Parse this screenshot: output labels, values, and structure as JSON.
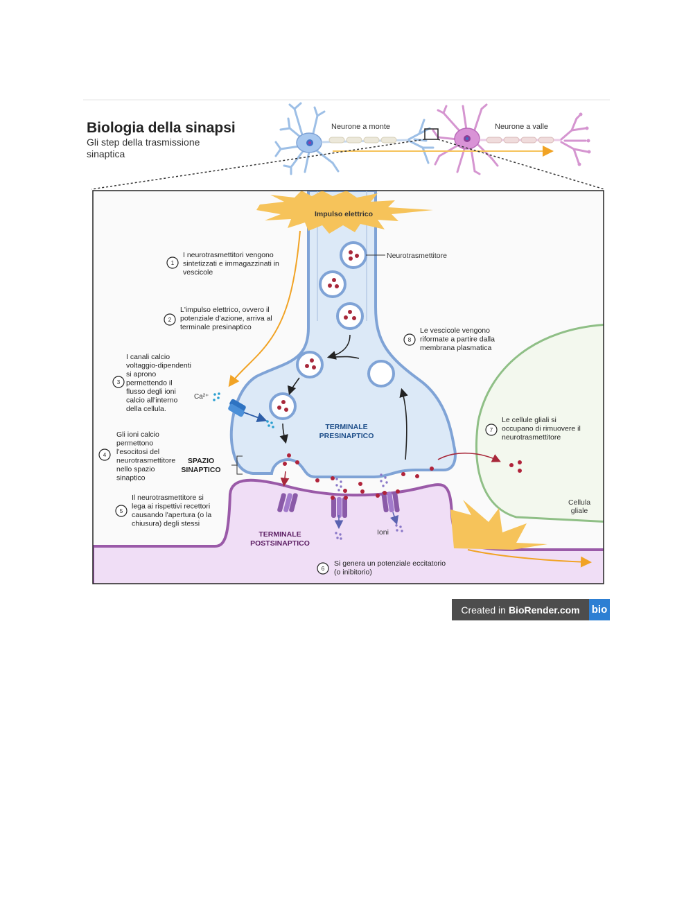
{
  "header": {
    "title": "Biologia della sinapsi",
    "subtitle_line1": "Gli step della trasmissione",
    "subtitle_line2": "sinaptica",
    "neuron_up": "Neurone a monte",
    "neuron_down": "Neurone a valle"
  },
  "labels": {
    "impulse": "Impulso elettrico",
    "neurotransmitter": "Neurotrasmettitore",
    "ca": "Ca²⁺",
    "presyn_1": "TERMINALE",
    "presyn_2": "PRESINAPTICO",
    "space_1": "SPAZIO",
    "space_2": "SINAPTICO",
    "postsyn_1": "TERMINALE",
    "postsyn_2": "POSTSINAPTICO",
    "ions": "Ioni",
    "glia_1": "Cellula",
    "glia_2": "gliale"
  },
  "steps": [
    {
      "num": "1",
      "lines": [
        "I neurotrasmettitori vengono",
        "sintetizzati e immagazzinati in",
        "vescicole"
      ]
    },
    {
      "num": "2",
      "lines": [
        "L'impulso elettrico, ovvero il",
        "potenziale d'azione, arriva al",
        "terminale presinaptico"
      ]
    },
    {
      "num": "3",
      "lines": [
        "I canali calcio",
        "voltaggio-dipendenti",
        "si aprono",
        "permettendo il",
        "flusso degli ioni",
        "calcio all'interno",
        "della cellula."
      ]
    },
    {
      "num": "4",
      "lines": [
        "Gli ioni calcio",
        "permettono",
        "l'esocitosi del",
        "neurotrasmettitore",
        "nello spazio",
        "sinaptico"
      ]
    },
    {
      "num": "5",
      "lines": [
        "Il neurotrasmettitore si",
        "lega ai rispettivi recettori",
        "causando l'apertura (o la",
        "chiusura) degli stessi"
      ]
    },
    {
      "num": "6",
      "lines": [
        "Si genera un potenziale eccitatorio",
        "(o inibitorio)"
      ]
    },
    {
      "num": "7",
      "lines": [
        "Le cellule gliali si",
        "occupano di rimuovere il",
        "neurotrasmettitore"
      ]
    },
    {
      "num": "8",
      "lines": [
        "Le vescicole vengono",
        "riformate a partire dalla",
        "membrana plasmatica"
      ]
    }
  ],
  "badge": {
    "created_in": "Created in",
    "brand": "BioRender.com",
    "logo": "bio"
  },
  "colors": {
    "presynaptic_fill": "#dce9f7",
    "presynaptic_stroke": "#7fa3d6",
    "postsynaptic_fill": "#f0def6",
    "postsynaptic_stroke": "#9a5aa8",
    "glia_fill": "#f3f8ee",
    "glia_stroke": "#8fbf86",
    "impulse": "#f6c35a",
    "neurotransmitter": "#b0233a",
    "calcium": "#2a9fd0",
    "ion": "#8a78c8"
  }
}
